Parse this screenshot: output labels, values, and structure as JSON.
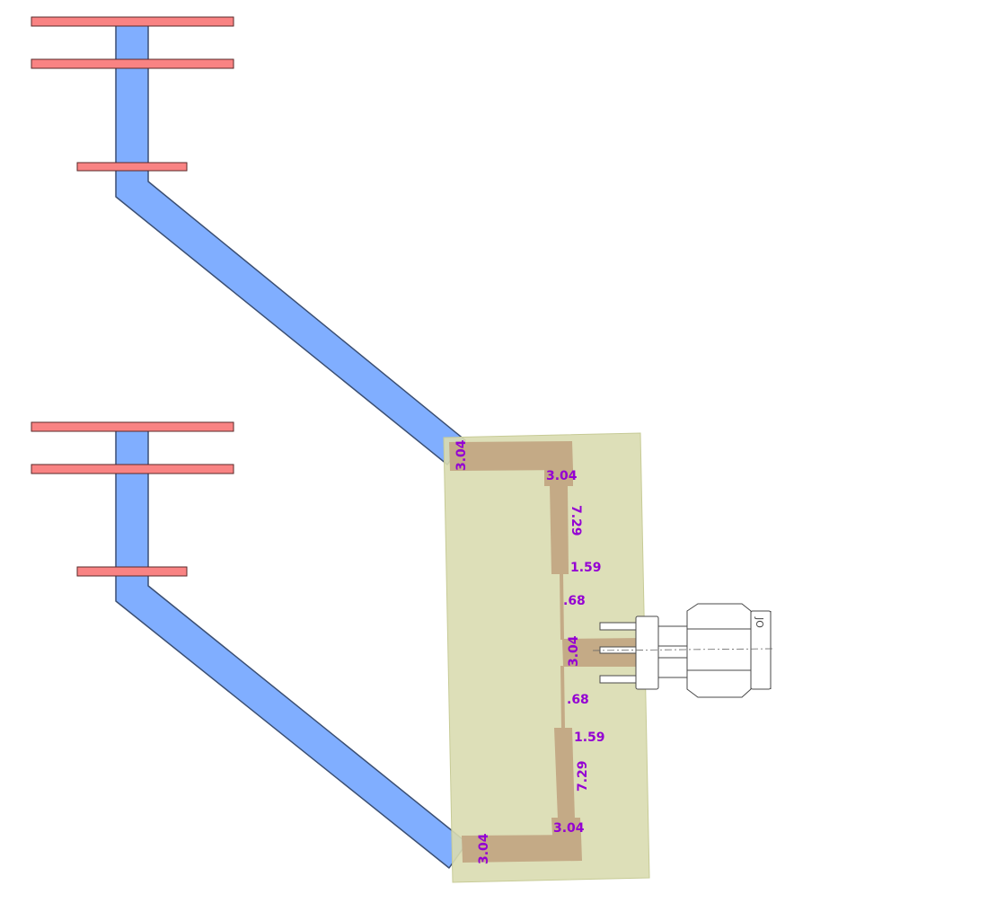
{
  "colors": {
    "background": "#ffffff",
    "feed_line": "#80aeff",
    "feed_line_stroke": "#3b4f73",
    "dipole_element": "#f98383",
    "dipole_stroke": "#5a2a2a",
    "board": "#d9dcb0",
    "board_stroke": "#c7cb96",
    "trace": "#c4aa86",
    "dimension_text": "#9400d3",
    "connector_stroke": "#4a4a4a",
    "connector_fill": "#ffffff"
  },
  "labels": {
    "top_left_width": "3.04",
    "top_right_width": "3.04",
    "top_vertical_length": "7.29",
    "top_upper_gap": "1.59",
    "top_narrow_length": ".68",
    "center_pad_width": "3.04",
    "bottom_narrow_length": ".68",
    "bottom_upper_gap": "1.59",
    "bottom_vertical_length": "7.29",
    "bottom_right_width": "3.04",
    "bottom_left_width": "3.04"
  },
  "connector": {
    "marking": "JO",
    "icon": "sma-connector-icon"
  }
}
